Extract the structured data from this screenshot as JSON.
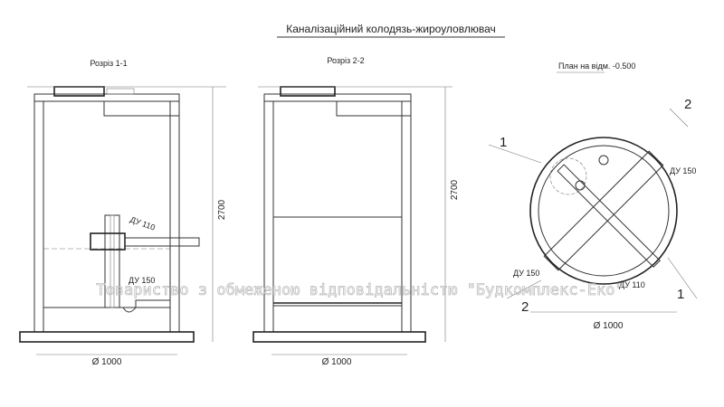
{
  "title": "Каналізаційний колодязь-жироуловлювач",
  "section_1": {
    "label": "Розріз 1-1",
    "height_dim": "2700",
    "diameter_dim": "Ø 1000",
    "pipe_inlet": "ДУ 110",
    "pipe_outlet": "ДУ 150"
  },
  "section_2": {
    "label": "Розріз 2-2",
    "height_dim": "2700",
    "diameter_dim": "Ø 1000"
  },
  "plan": {
    "label": "План на відм. -0.500",
    "diameter_dim": "Ø 1000",
    "pipe_inlet": "ДУ 110",
    "pipe_outlet_top": "ДУ 150",
    "pipe_outlet_left": "ДУ 150",
    "cut_1_top": "1",
    "cut_1_bottom": "1",
    "cut_2_top": "2",
    "cut_2_bottom": "2"
  },
  "watermark": "Товариство з обмеженою відповідальністю \"Будкомплекс-Еко\""
}
